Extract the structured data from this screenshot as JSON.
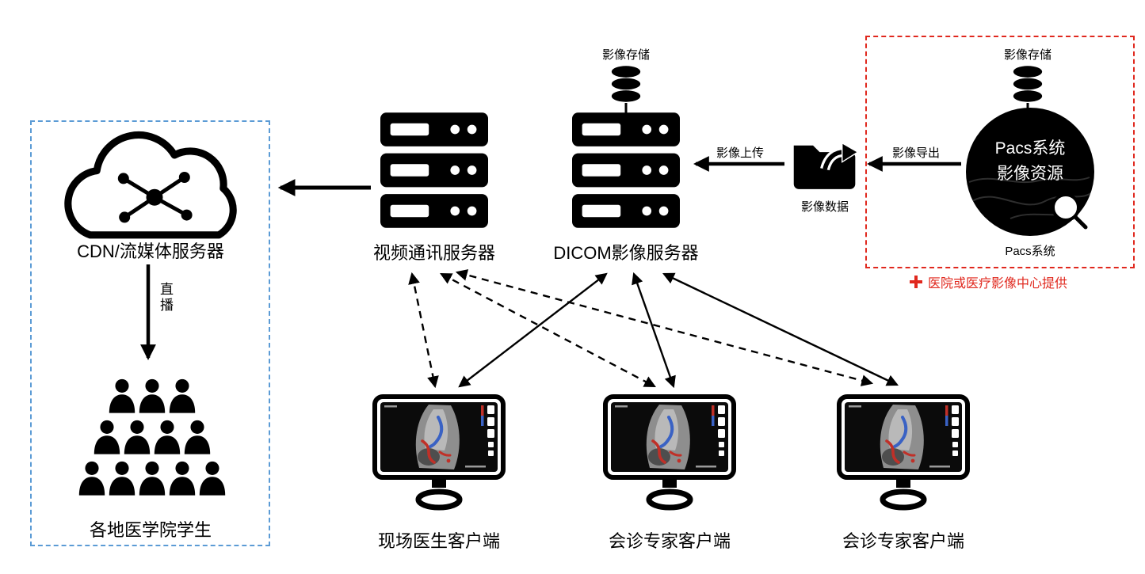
{
  "colors": {
    "ink": "#000000",
    "group_blue": "#5b9bd5",
    "group_red": "#e0281e",
    "vessel_blue": "#3a62c4",
    "vessel_red": "#c03028"
  },
  "groups": {
    "hospital": {
      "plus_icon": "plus",
      "note": "医院或医疗影像中心提供"
    }
  },
  "nodes": {
    "cdn": {
      "label": "CDN/流媒体服务器",
      "icon": "cloud-network"
    },
    "students": {
      "label": "各地医学院学生",
      "icon": "crowd"
    },
    "video_server": {
      "label": "视频通讯服务器",
      "icon": "server-rack"
    },
    "dicom_server": {
      "label": "DICOM影像服务器",
      "icon": "server-rack"
    },
    "dicom_storage": {
      "label": "影像存储",
      "icon": "database"
    },
    "image_data": {
      "label": "影像数据",
      "icon": "folder-export"
    },
    "pacs_storage": {
      "label": "影像存储",
      "icon": "database"
    },
    "pacs": {
      "line1": "Pacs系统",
      "line2": "影像资源",
      "caption": "Pacs系统",
      "icon": "circle-with-magnifier"
    },
    "client_site": {
      "label": "现场医生客户端",
      "icon": "monitor-ultrasound"
    },
    "client_expert_1": {
      "label": "会诊专家客户端",
      "icon": "monitor-ultrasound"
    },
    "client_expert_2": {
      "label": "会诊专家客户端",
      "icon": "monitor-ultrasound"
    }
  },
  "edges": {
    "live_stream": {
      "label": "直播",
      "from": "cdn",
      "to": "students",
      "style": "solid-arrow"
    },
    "video_to_cdn": {
      "from": "video_server",
      "to": "cdn",
      "style": "solid-arrow"
    },
    "image_upload": {
      "label": "影像上传",
      "from": "image_data",
      "to": "dicom_server",
      "style": "solid-arrow"
    },
    "image_export": {
      "label": "影像导出",
      "from": "pacs",
      "to": "image_data",
      "style": "solid-arrow"
    },
    "video_client_links": {
      "style": "dashed-double-arrow",
      "targets": [
        "client_site",
        "client_expert_1",
        "client_expert_2"
      ]
    },
    "dicom_client_links": {
      "style": "solid-double-arrow",
      "targets": [
        "client_site",
        "client_expert_1",
        "client_expert_2"
      ]
    }
  }
}
